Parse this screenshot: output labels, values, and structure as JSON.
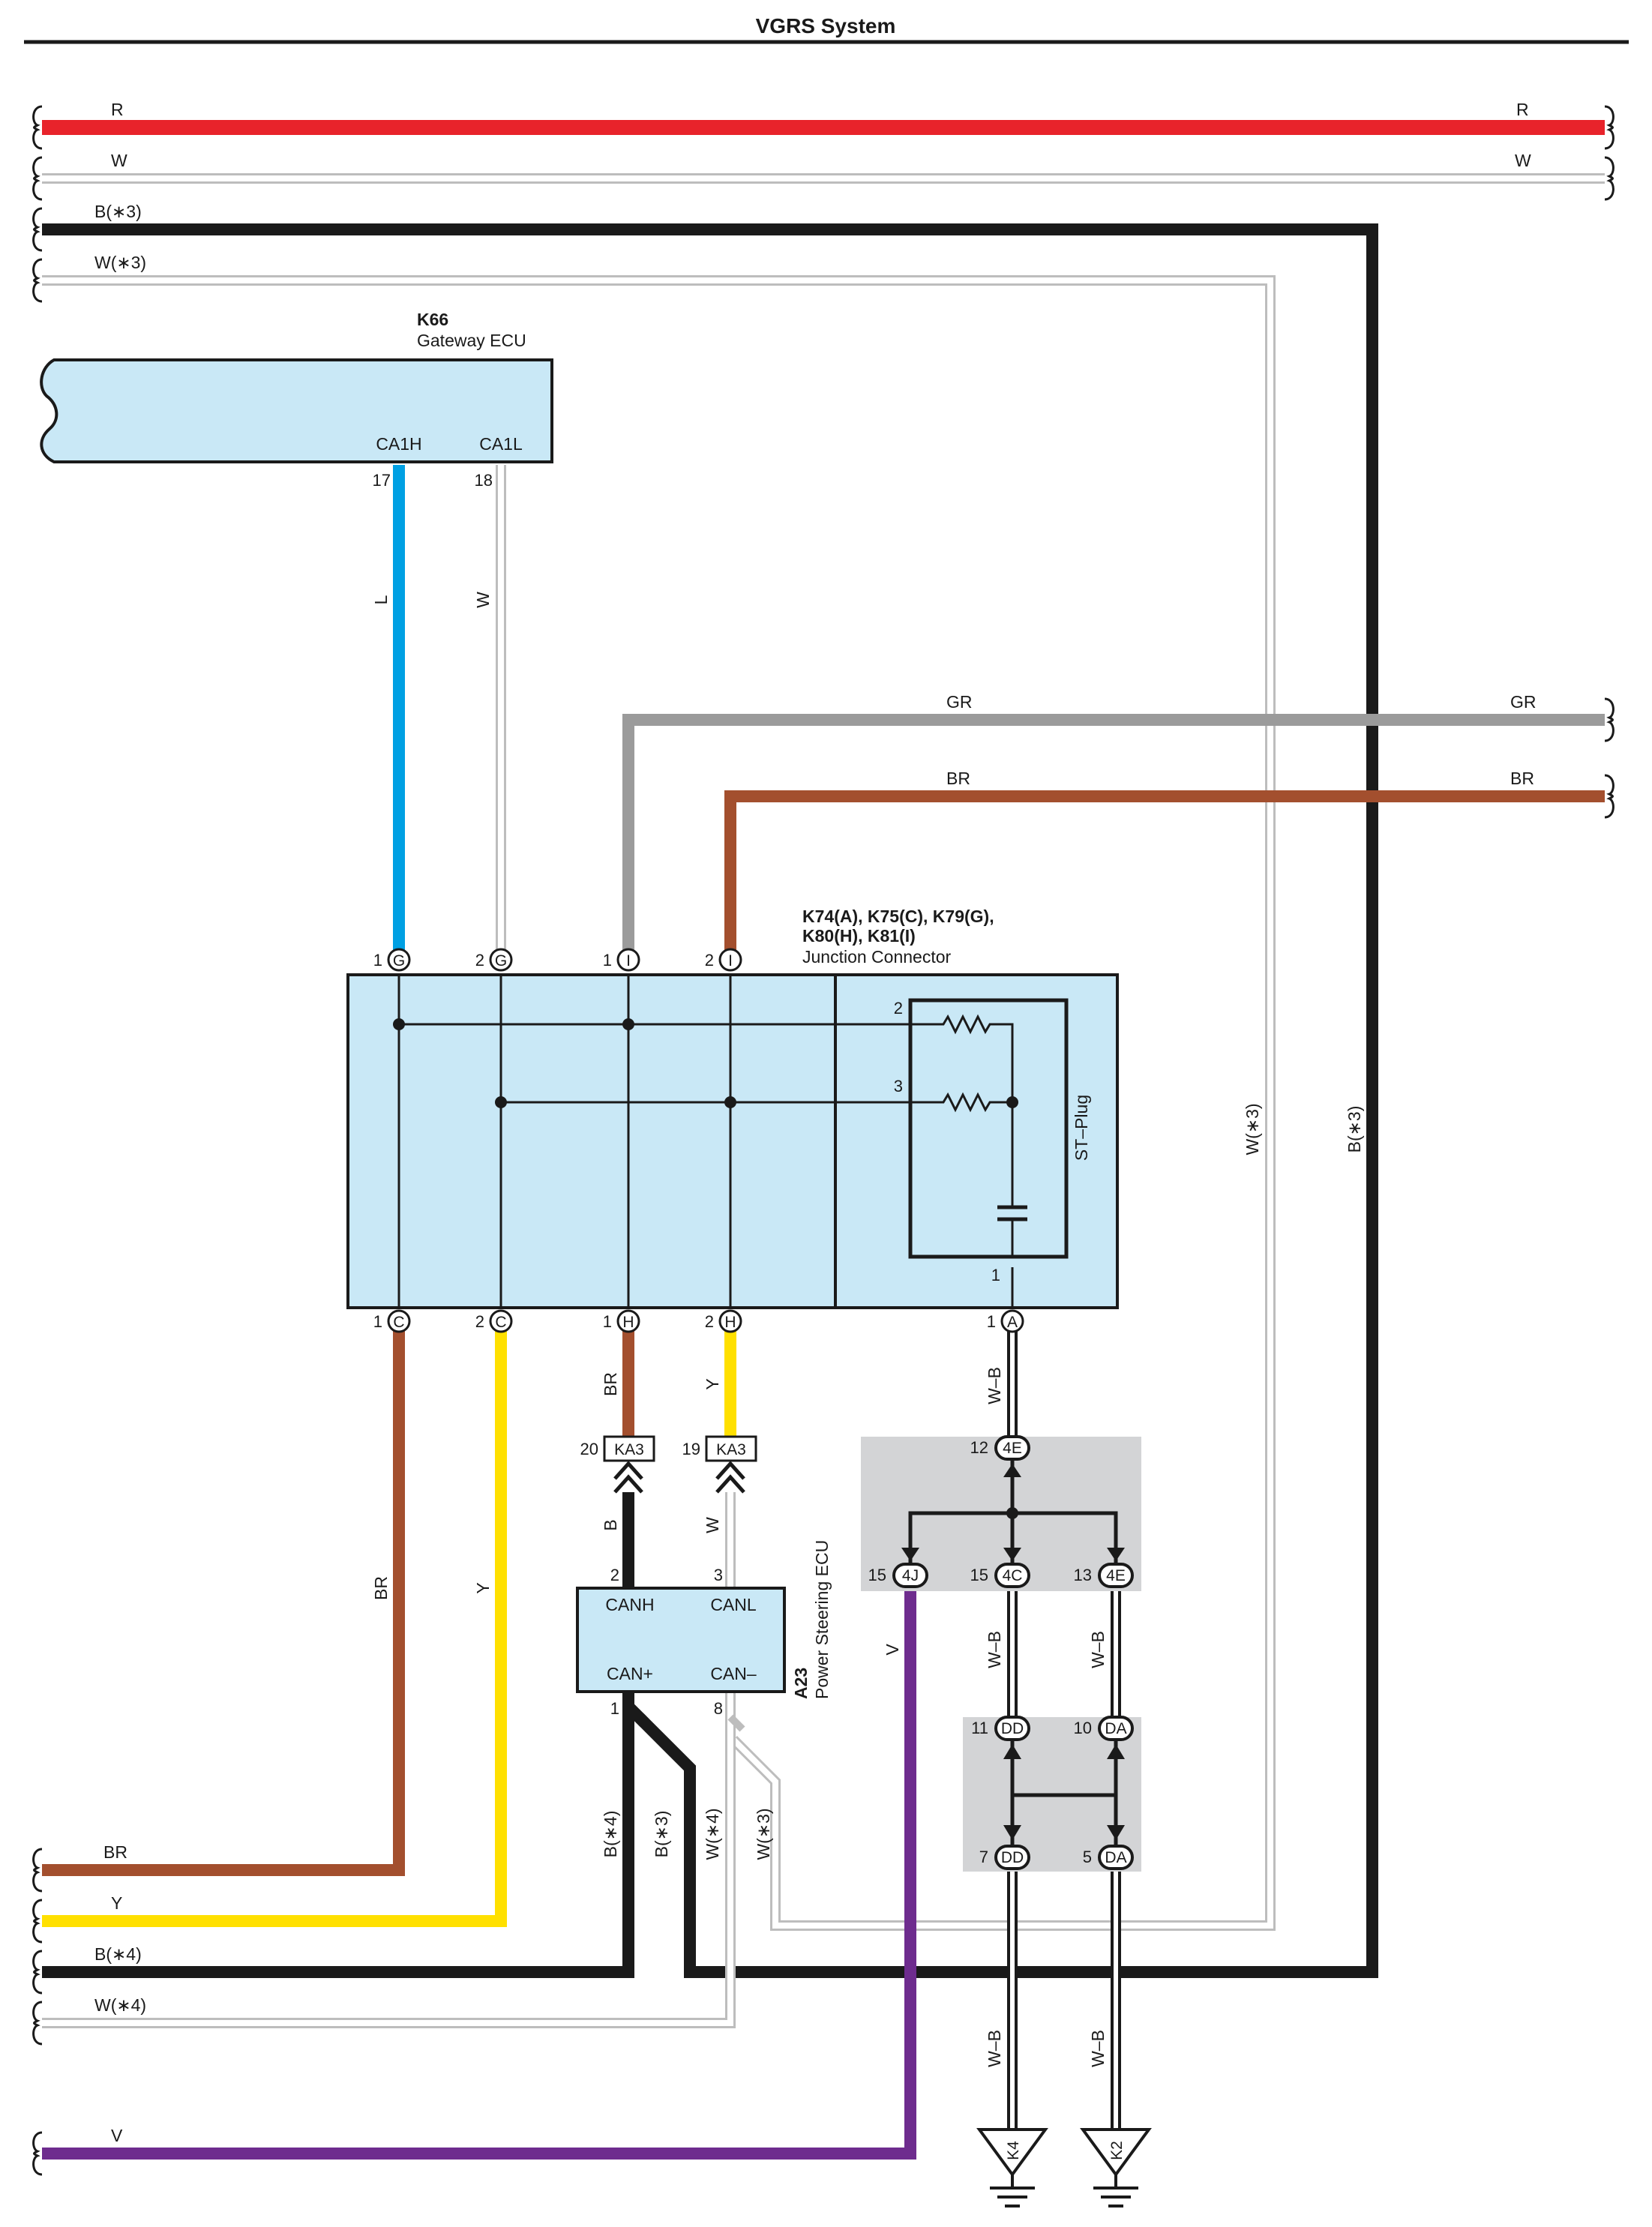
{
  "title": "VGRS System",
  "colors": {
    "R": "#e8232b",
    "W": "#bdbdbd",
    "B": "#1a1a1a",
    "L": "#00a0e3",
    "GR": "#9b9b9b",
    "BR": "#a34f2e",
    "Y": "#ffe000",
    "V": "#6e2c8e",
    "box_fill": "#c9e8f6",
    "shade_fill": "#d3d4d6"
  },
  "left_wires": [
    {
      "label": "R",
      "color": "R"
    },
    {
      "label": "W",
      "color": "W"
    },
    {
      "label": "B(∗3)",
      "color": "B"
    },
    {
      "label": "W(∗3)",
      "color": "W"
    },
    {
      "label": "BR",
      "color": "BR"
    },
    {
      "label": "Y",
      "color": "Y"
    },
    {
      "label": "B(∗4)",
      "color": "B"
    },
    {
      "label": "W(∗4)",
      "color": "W"
    },
    {
      "label": "V",
      "color": "V"
    }
  ],
  "right_wires": [
    {
      "label": "R"
    },
    {
      "label": "W"
    },
    {
      "label": "GR"
    },
    {
      "label": "BR"
    }
  ],
  "gateway_ecu": {
    "id": "K66",
    "name": "Gateway ECU",
    "terminals": [
      {
        "name": "CA1H",
        "pin": "17",
        "wire": "L"
      },
      {
        "name": "CA1L",
        "pin": "18",
        "wire": "W"
      }
    ]
  },
  "junction_connector": {
    "ids_line1": "K74(A), K75(C), K79(G),",
    "ids_line2": "K80(H), K81(I)",
    "name": "Junction Connector",
    "st_plug": "ST–Plug",
    "resistor_pins": [
      "2",
      "3"
    ],
    "plug_pin": "1",
    "top_pins": [
      {
        "pin": "1",
        "letter": "G"
      },
      {
        "pin": "2",
        "letter": "G"
      },
      {
        "pin": "1",
        "letter": "I"
      },
      {
        "pin": "2",
        "letter": "I"
      }
    ],
    "bottom_pins": [
      {
        "pin": "1",
        "letter": "C"
      },
      {
        "pin": "2",
        "letter": "C"
      },
      {
        "pin": "1",
        "letter": "H"
      },
      {
        "pin": "2",
        "letter": "H"
      },
      {
        "pin": "1",
        "letter": "A"
      }
    ]
  },
  "top_wire_labels": {
    "gr": "GR",
    "br": "BR"
  },
  "vertical_wire_labels": {
    "w_star3": "W(∗3)",
    "b_star3": "B(∗3)",
    "br_left": "BR",
    "y_left": "Y",
    "br_h": "BR",
    "y_h": "Y",
    "b_ka3": "B",
    "w_ka3": "W",
    "wb_a": "W–B",
    "v": "V",
    "wb_4c": "W–B",
    "wb_4e": "W–B",
    "wb_k4": "W–B",
    "wb_k2": "W–B",
    "b4": "B(∗4)",
    "b3": "B(∗3)",
    "w4": "W(∗4)",
    "w3": "W(∗3)"
  },
  "ka3_connectors": [
    {
      "pin": "20",
      "tag": "KA3"
    },
    {
      "pin": "19",
      "tag": "KA3"
    }
  ],
  "power_steering_ecu": {
    "id": "A23",
    "name": "Power Steering ECU",
    "terminals": [
      {
        "name": "CANH",
        "pin": "2"
      },
      {
        "name": "CANL",
        "pin": "3"
      },
      {
        "name": "CAN+",
        "pin": "1"
      },
      {
        "name": "CAN–",
        "pin": "8"
      }
    ]
  },
  "splice_connectors": [
    {
      "pin": "12",
      "tag": "4E"
    },
    {
      "pin": "15",
      "tag": "4J"
    },
    {
      "pin": "15",
      "tag": "4C"
    },
    {
      "pin": "13",
      "tag": "4E"
    },
    {
      "pin": "11",
      "tag": "DD"
    },
    {
      "pin": "10",
      "tag": "DA"
    },
    {
      "pin": "7",
      "tag": "DD"
    },
    {
      "pin": "5",
      "tag": "DA"
    }
  ],
  "grounds": [
    {
      "label": "K4"
    },
    {
      "label": "K2"
    }
  ]
}
